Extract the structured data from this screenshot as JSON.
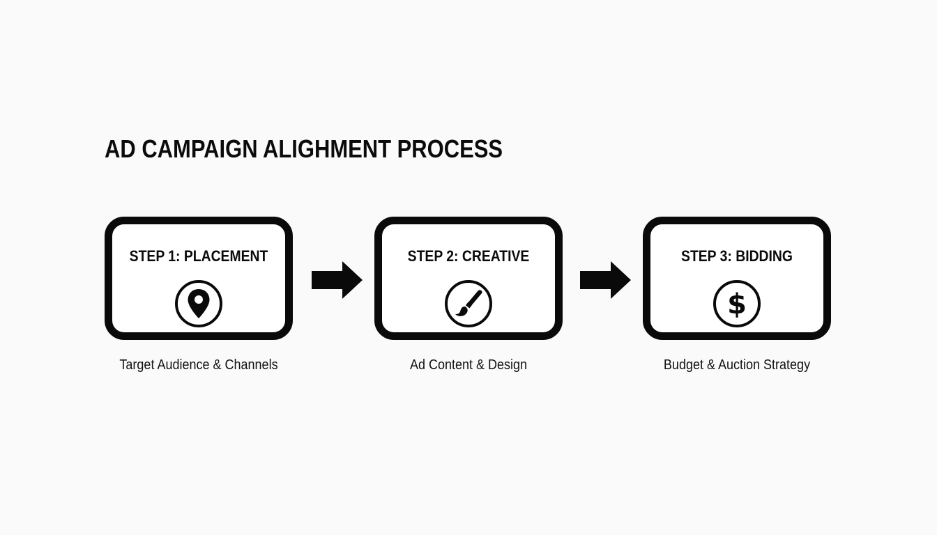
{
  "title": "AD CAMPAIGN ALIGHMENT PROCESS",
  "steps": [
    {
      "title": "STEP 1: PLACEMENT",
      "icon": "location-pin-icon",
      "caption": "Target Audience & Channels"
    },
    {
      "title": "STEP 2: CREATIVE",
      "icon": "paintbrush-icon",
      "caption": "Ad Content & Design"
    },
    {
      "title": "STEP 3: BIDDING",
      "icon": "dollar-icon",
      "caption": "Budget & Auction Strategy"
    }
  ],
  "colors": {
    "background": "#fafafa",
    "box_fill": "#ffffff",
    "ink": "#0a0a0a"
  }
}
